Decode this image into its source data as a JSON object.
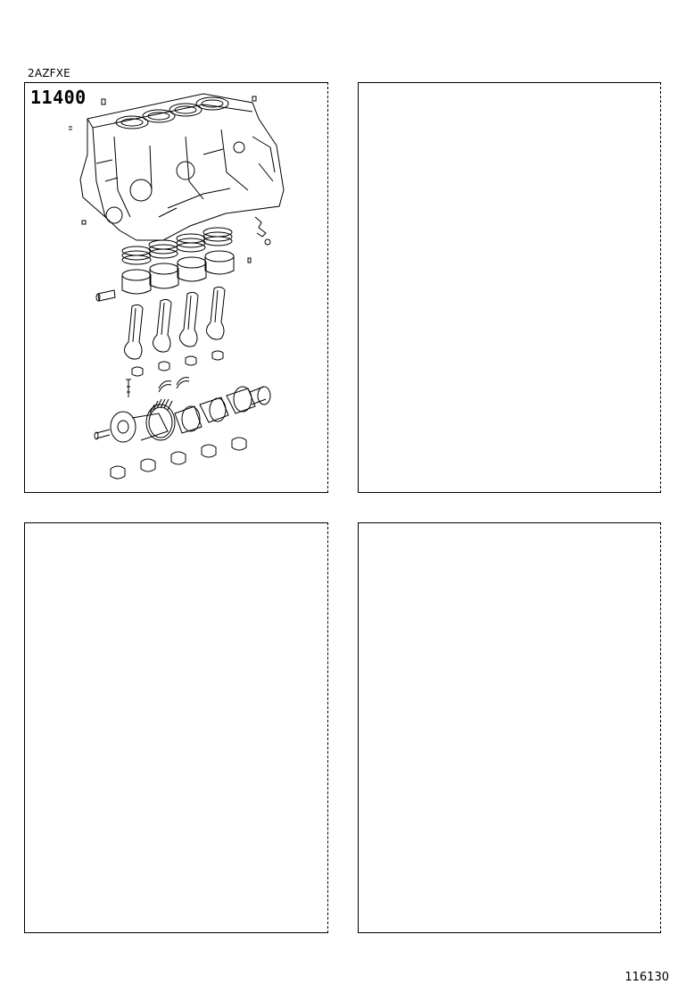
{
  "header": {
    "engine_code": "2AZFXE"
  },
  "panels": [
    {
      "part_number": "11400",
      "illustration": "short-block-assembly"
    },
    {
      "part_number": ""
    },
    {
      "part_number": ""
    },
    {
      "part_number": ""
    }
  ],
  "footer": {
    "figure_id": "116130"
  }
}
